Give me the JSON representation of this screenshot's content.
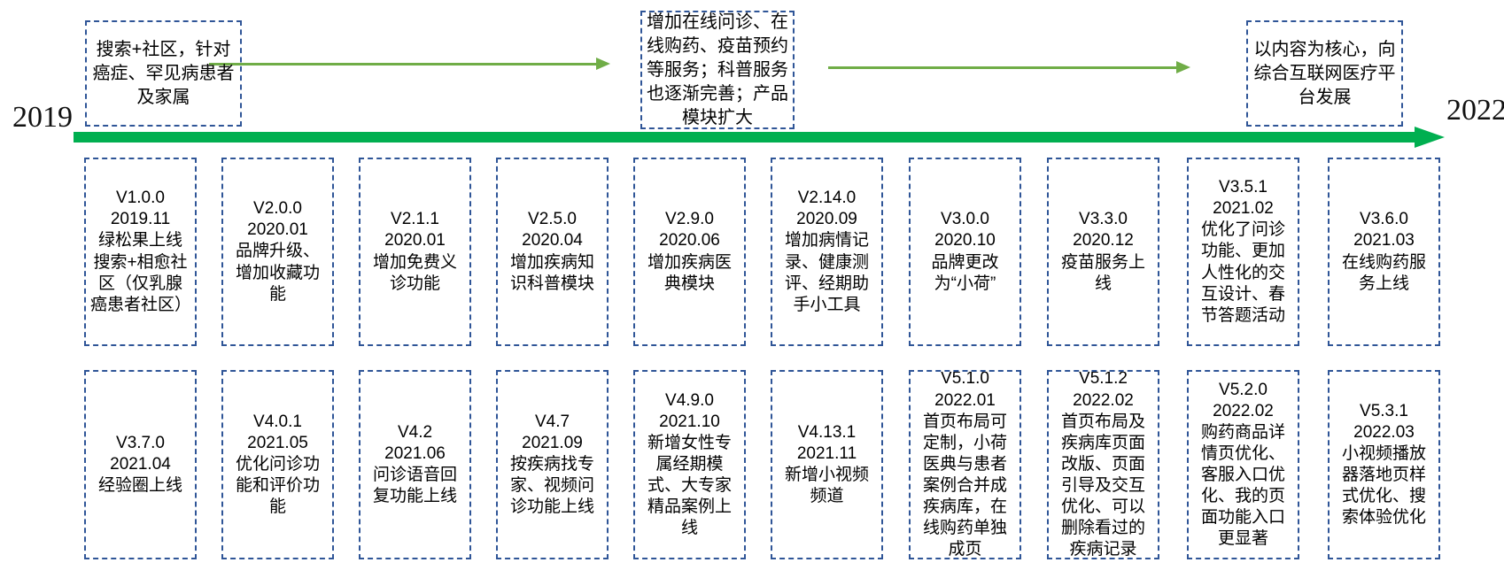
{
  "timeline": {
    "start_year": "2019",
    "end_year": "2022",
    "axis_color": "#00AF50",
    "phase_arrow_color": "#70AD47",
    "box_border_color": "#2F5597"
  },
  "phases": [
    {
      "text": "搜索+社区，针对癌症、罕见病患者及家属"
    },
    {
      "text": "增加在线问诊、在线购药、疫苗预约等服务；科普服务也逐渐完善；产品模块扩大"
    },
    {
      "text": "以内容为核心，向综合互联网医疗平台发展"
    }
  ],
  "versions_row1": [
    {
      "version": "V1.0.0",
      "date": "2019.11",
      "desc": "绿松果上线搜索+相愈社区（仅乳腺癌患者社区）"
    },
    {
      "version": "V2.0.0",
      "date": "2020.01",
      "desc": "品牌升级、增加收藏功能"
    },
    {
      "version": "V2.1.1",
      "date": "2020.01",
      "desc": "增加免费义诊功能"
    },
    {
      "version": "V2.5.0",
      "date": "2020.04",
      "desc": "增加疾病知识科普模块"
    },
    {
      "version": "V2.9.0",
      "date": "2020.06",
      "desc": "增加疾病医典模块"
    },
    {
      "version": "V2.14.0",
      "date": "2020.09",
      "desc": "增加病情记录、健康测评、经期助手小工具"
    },
    {
      "version": "V3.0.0",
      "date": "2020.10",
      "desc": "品牌更改为“小荷”"
    },
    {
      "version": "V3.3.0",
      "date": "2020.12",
      "desc": "疫苗服务上线"
    },
    {
      "version": "V3.5.1",
      "date": "2021.02",
      "desc": "优化了问诊功能、更加人性化的交互设计、春节答题活动"
    },
    {
      "version": "V3.6.0",
      "date": "2021.03",
      "desc": "在线购药服务上线"
    }
  ],
  "versions_row2": [
    {
      "version": "V3.7.0",
      "date": "2021.04",
      "desc": "经验圈上线"
    },
    {
      "version": "V4.0.1",
      "date": "2021.05",
      "desc": "优化问诊功能和评价功能"
    },
    {
      "version": "V4.2",
      "date": "2021.06",
      "desc": "问诊语音回复功能上线"
    },
    {
      "version": "V4.7",
      "date": "2021.09",
      "desc": "按疾病找专家、视频问诊功能上线"
    },
    {
      "version": "V4.9.0",
      "date": "2021.10",
      "desc": "新增女性专属经期模式、大专家精品案例上线"
    },
    {
      "version": "V4.13.1",
      "date": "2021.11",
      "desc": "新增小视频频道"
    },
    {
      "version": "V5.1.0",
      "date": "2022.01",
      "desc": "首页布局可定制，小荷医典与患者案例合并成疾病库，在线购药单独成页"
    },
    {
      "version": "V5.1.2",
      "date": "2022.02",
      "desc": "首页布局及疾病库页面改版、页面引导及交互优化、可以删除看过的疾病记录"
    },
    {
      "version": "V5.2.0",
      "date": "2022.02",
      "desc": "购药商品详情页优化、客服入口优化、我的页面功能入口更显著"
    },
    {
      "version": "V5.3.1",
      "date": "2022.03",
      "desc": "小视频播放器落地页样式优化、搜索体验优化"
    }
  ]
}
